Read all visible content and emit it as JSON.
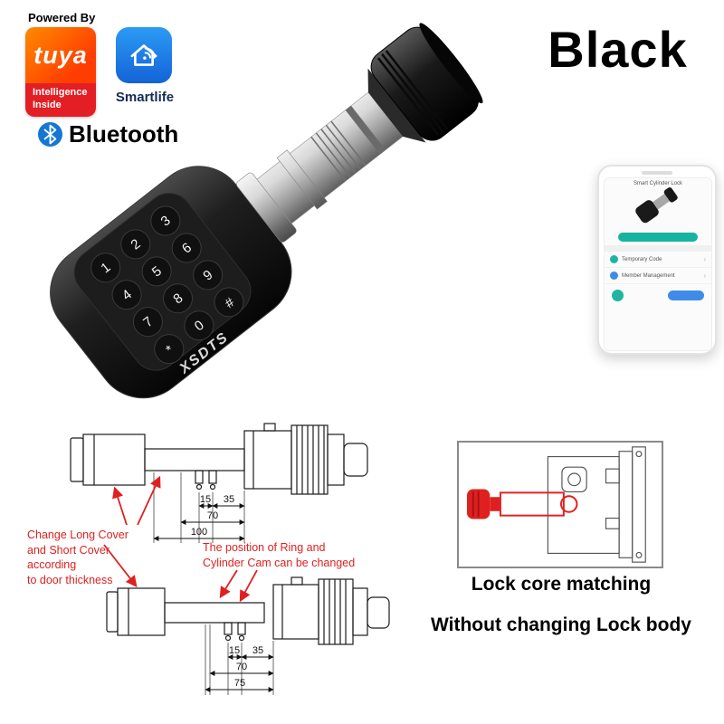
{
  "branding": {
    "powered_by": "Powered By",
    "tuya": "tuya",
    "tuya_sub1": "Intelligence",
    "tuya_sub2": "Inside",
    "smartlife": "Smartlife",
    "bluetooth": "Bluetooth"
  },
  "color_title": "Black",
  "product": {
    "brand": "XSDTS",
    "keys": [
      "1",
      "2",
      "3",
      "4",
      "5",
      "6",
      "7",
      "8",
      "9",
      "*",
      "0",
      "#"
    ]
  },
  "phone": {
    "title": "Smart Cylinder Lock",
    "rows": [
      "Temporary Code",
      "Member Management"
    ]
  },
  "diagrams": {
    "d1": {
      "dims": [
        "15",
        "35",
        "70",
        "100"
      ]
    },
    "d2": {
      "dims": [
        "15",
        "35",
        "70",
        "75"
      ]
    },
    "note_left": [
      "Change Long Cover",
      "and Short Cover",
      "according",
      "to door thickness"
    ],
    "note_mid": [
      "The position of Ring and",
      "Cylinder Cam can be changed"
    ]
  },
  "caption": {
    "line1": "Lock core matching",
    "line2": "Without changing Lock body"
  },
  "colors": {
    "accent_red": "#e02020",
    "tuya_red": "#e31e24",
    "smartlife_blue": "#1a74dd",
    "bluetooth_blue": "#1577d2"
  }
}
